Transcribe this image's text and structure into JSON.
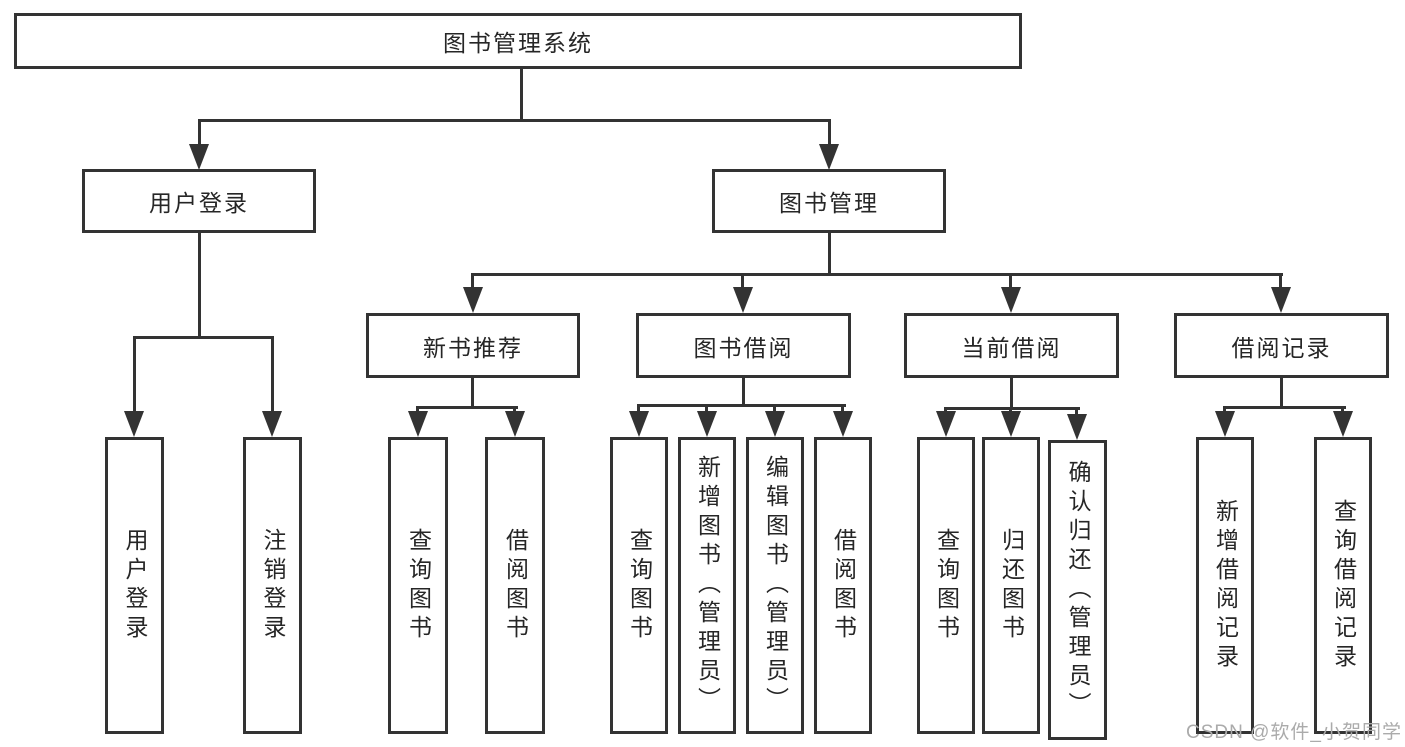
{
  "diagram_title": "图书管理系统",
  "nodes": {
    "root": "图书管理系统",
    "user_login": "用户登录",
    "book_mgmt": "图书管理",
    "new_book_rec": "新书推荐",
    "book_borrow": "图书借阅",
    "current_borrow": "当前借阅",
    "borrow_records": "借阅记录",
    "ul_user_login": "用户登录",
    "ul_logout": "注销登录",
    "nr_query_book": "查询图书",
    "nr_borrow_book": "借阅图书",
    "bb_query_book": "查询图书",
    "bb_add_book": "新增图书（管理员）",
    "bb_edit_book": "编辑图书（管理员）",
    "bb_borrow_book": "借阅图书",
    "cb_query_book": "查询图书",
    "cb_return_book": "归还图书",
    "cb_confirm_return": "确认归还（管理员）",
    "br_add_record": "新增借阅记录",
    "br_query_record": "查询借阅记录"
  },
  "watermark": "CSDN @软件_小贺同学",
  "colors": {
    "line": "#333333",
    "text": "#262626",
    "background": "#ffffff",
    "watermark": "#ababab"
  }
}
